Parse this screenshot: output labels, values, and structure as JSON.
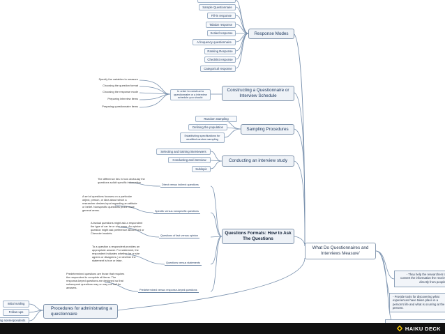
{
  "response_modes": {
    "title": "Response Modes",
    "items": [
      "Sample Questionnaire",
      "Fill-in response",
      "Tabular response",
      "Scaled response",
      "A frequency  questionnaire",
      "Ranking Response",
      "Checklist response",
      "Categorical response"
    ]
  },
  "constructing": {
    "title": "Constructing a Questionnaire or Interview Schedule",
    "connector": "In order to construct a questionnaire or a interview schedule you should:",
    "steps": [
      "Specify the variables to measure",
      "Choosing the question format",
      "Choosing the response mode",
      "Preparing interview items",
      "Preparing questionnaire items"
    ]
  },
  "sampling": {
    "title": "Sampling Procedures",
    "items": [
      "Random Sampling",
      "Defining the population",
      "Establishing specifications for stratified random sampling"
    ]
  },
  "interview": {
    "title": "Conducting an interview study",
    "items": [
      "Selecting and training interviewers",
      "Conducting and interview",
      "Sublopic"
    ]
  },
  "formats": {
    "title": "Questions Formats: How to Ask The Questions",
    "items": [
      {
        "label": "Direct versus indirect questions",
        "desc": "The difference lies in how obviously the questions solicit specific information"
      },
      {
        "label": "Specific versus nonspecific questions",
        "desc": "A set of questions focuses on a particular object, person, or idea about which a researcher desires input regarding an attitude or belief. Nonspecific questions probe more general areas."
      },
      {
        "label": "Questions of fact versus opinion",
        "desc": "A factual questions might ask a respondent the type of car he or she owns. An opinion question might ask preference about Ford or Chevrolet models."
      },
      {
        "label": "Questions versus statements",
        "desc": "To a question a respondent provides an appropriate answer. For statement, the respondent indicates whether he or she agrees or disagrees ( or whether the statement is true or false."
      },
      {
        "label": "Predetermined versus response-keyed questions",
        "desc": "Predetermined questions are those that requires the respondent to complete all items. The response-keyed questions are designed so that subsequent questions may or may not call for answers."
      }
    ]
  },
  "central": {
    "title": "What Do Questionnaires and Interviews Measure'"
  },
  "measure": {
    "items": [
      "- They help the researchers to convert the information the receive directly from people.",
      "- Provide tools for discovering what experiences have taken place in a person's life and what is ocurring at the present."
    ]
  },
  "administrating": {
    "title": "Procedures for administrating a questionnaire",
    "items": [
      "Initial mailing",
      "Follow-ups",
      "ng nonrespondents"
    ]
  },
  "footer": {
    "brand": "HAIKU DECK"
  },
  "colors": {
    "line": "#6f88a6",
    "node_fill": "#eef2f7",
    "node_border": "#7f93ab",
    "footer": "#111111"
  }
}
